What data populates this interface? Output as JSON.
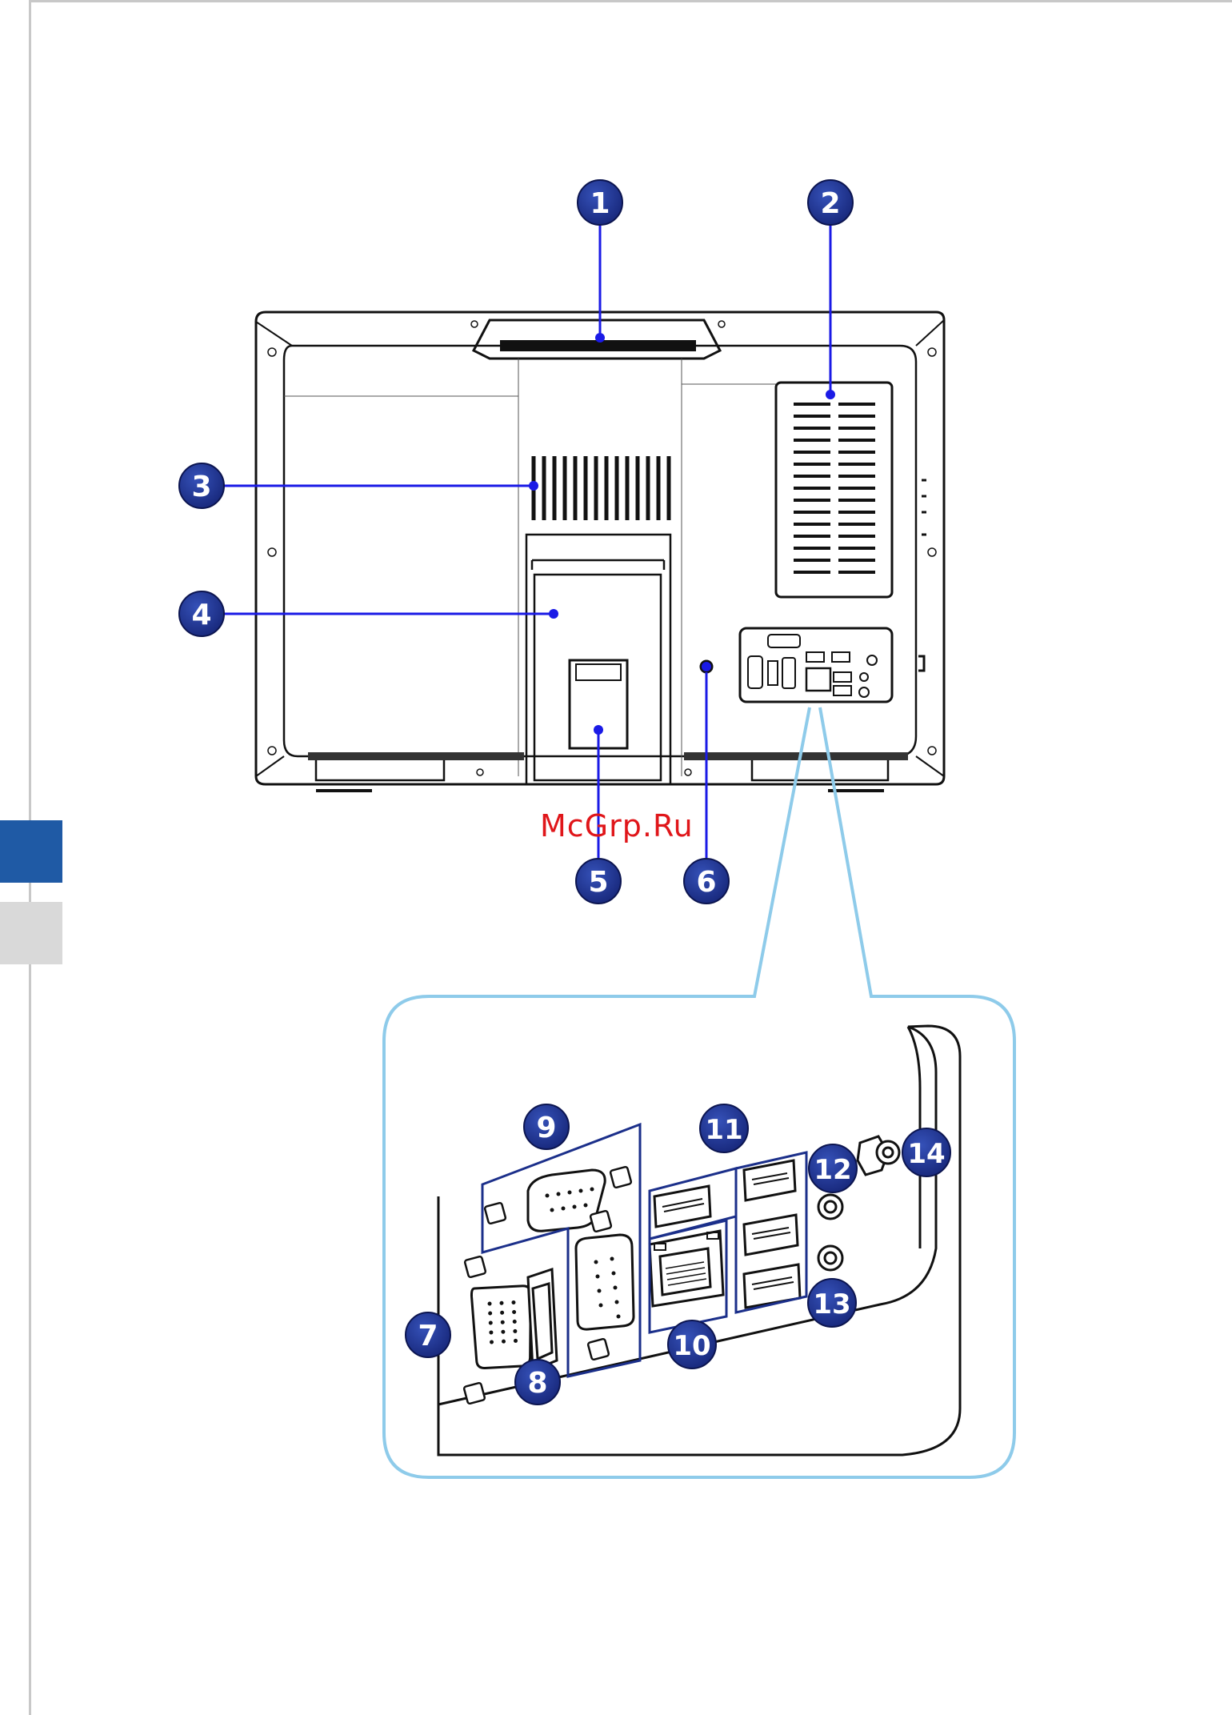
{
  "watermark": "McGrp.Ru",
  "colors": {
    "callout_fill": "#1b2f8a",
    "leader_line": "#1a1ae6",
    "zoom_outline": "#8ecbea",
    "section_tab_active": "#1f5aa5",
    "section_tab_inactive": "#d9d9d9"
  },
  "main_callouts": [
    "1",
    "2",
    "3",
    "4",
    "5",
    "6"
  ],
  "zoom_callouts": [
    "7",
    "8",
    "9",
    "10",
    "11",
    "12",
    "13",
    "14"
  ]
}
